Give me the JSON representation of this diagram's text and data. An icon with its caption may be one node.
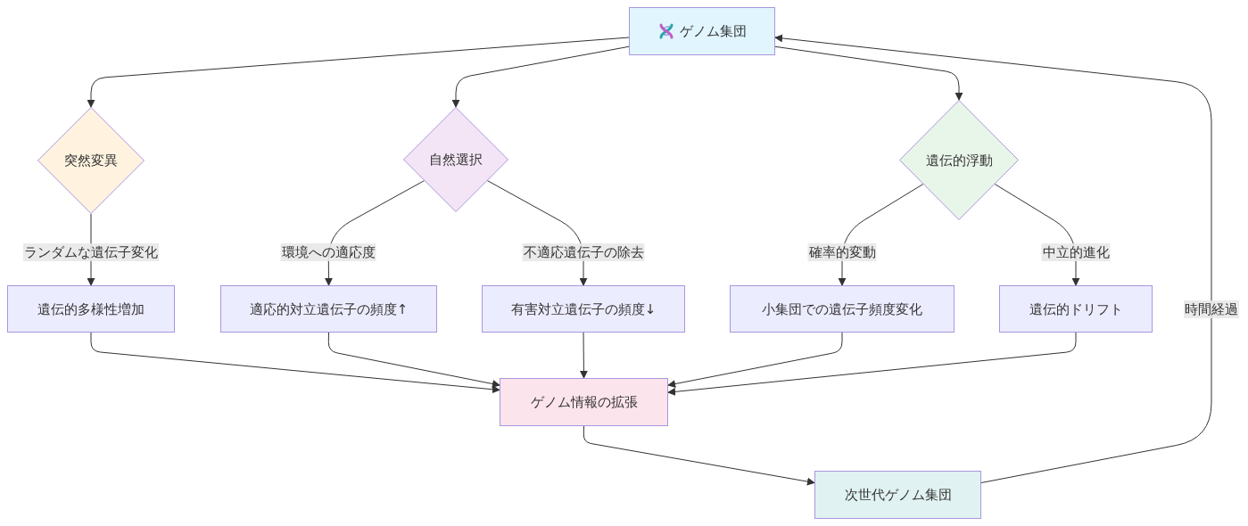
{
  "diagram": {
    "nodes": [
      {
        "text": [
          "ゲノム集団"
        ]
      },
      {
        "text": [
          "突然変異"
        ]
      },
      {
        "text": [
          "自然選択"
        ]
      },
      {
        "text": [
          "遺伝的浮動"
        ]
      },
      {
        "text": [
          "遺伝的多様性増加"
        ]
      },
      {
        "text": [
          "適応的対立遺伝子の頻度↑"
        ]
      },
      {
        "text": [
          "有害対立遺伝子の頻度↓"
        ]
      },
      {
        "text": [
          "小集団での遺伝子頻度変化"
        ]
      },
      {
        "text": [
          "遺伝的ドリフト"
        ]
      },
      {
        "text": [
          "ゲノム情報の拡張"
        ]
      },
      {
        "text": [
          "次世代ゲノム集団"
        ]
      }
    ],
    "edges": [
      {
        "from": 0,
        "to": 1,
        "arrow": "to"
      },
      {
        "from": 0,
        "to": 2,
        "arrow": "to"
      },
      {
        "from": 0,
        "to": 3,
        "arrow": "to"
      },
      {
        "from": 1,
        "to": 4,
        "label": "ランダムな遺伝子変化",
        "arrow": "to"
      },
      {
        "from": 2,
        "to": 5,
        "label": "環境への適応度",
        "arrow": "to"
      },
      {
        "from": 2,
        "to": 6,
        "label": "不適応遺伝子の除去",
        "arrow": "to"
      },
      {
        "from": 3,
        "to": 7,
        "label": "確率的変動",
        "arrow": "to"
      },
      {
        "from": 3,
        "to": 8,
        "label": "中立的進化",
        "arrow": "to"
      },
      {
        "from": 4,
        "to": 9,
        "arrow": "to"
      },
      {
        "from": 5,
        "to": 9,
        "arrow": "to"
      },
      {
        "from": 6,
        "to": 9,
        "arrow": "to"
      },
      {
        "from": 7,
        "to": 9,
        "arrow": "to"
      },
      {
        "from": 8,
        "to": 9,
        "arrow": "to"
      },
      {
        "from": 9,
        "to": 10,
        "arrow": "to"
      },
      {
        "from": 10,
        "to": 0,
        "label": "時間経過",
        "arrow": "to"
      }
    ]
  }
}
